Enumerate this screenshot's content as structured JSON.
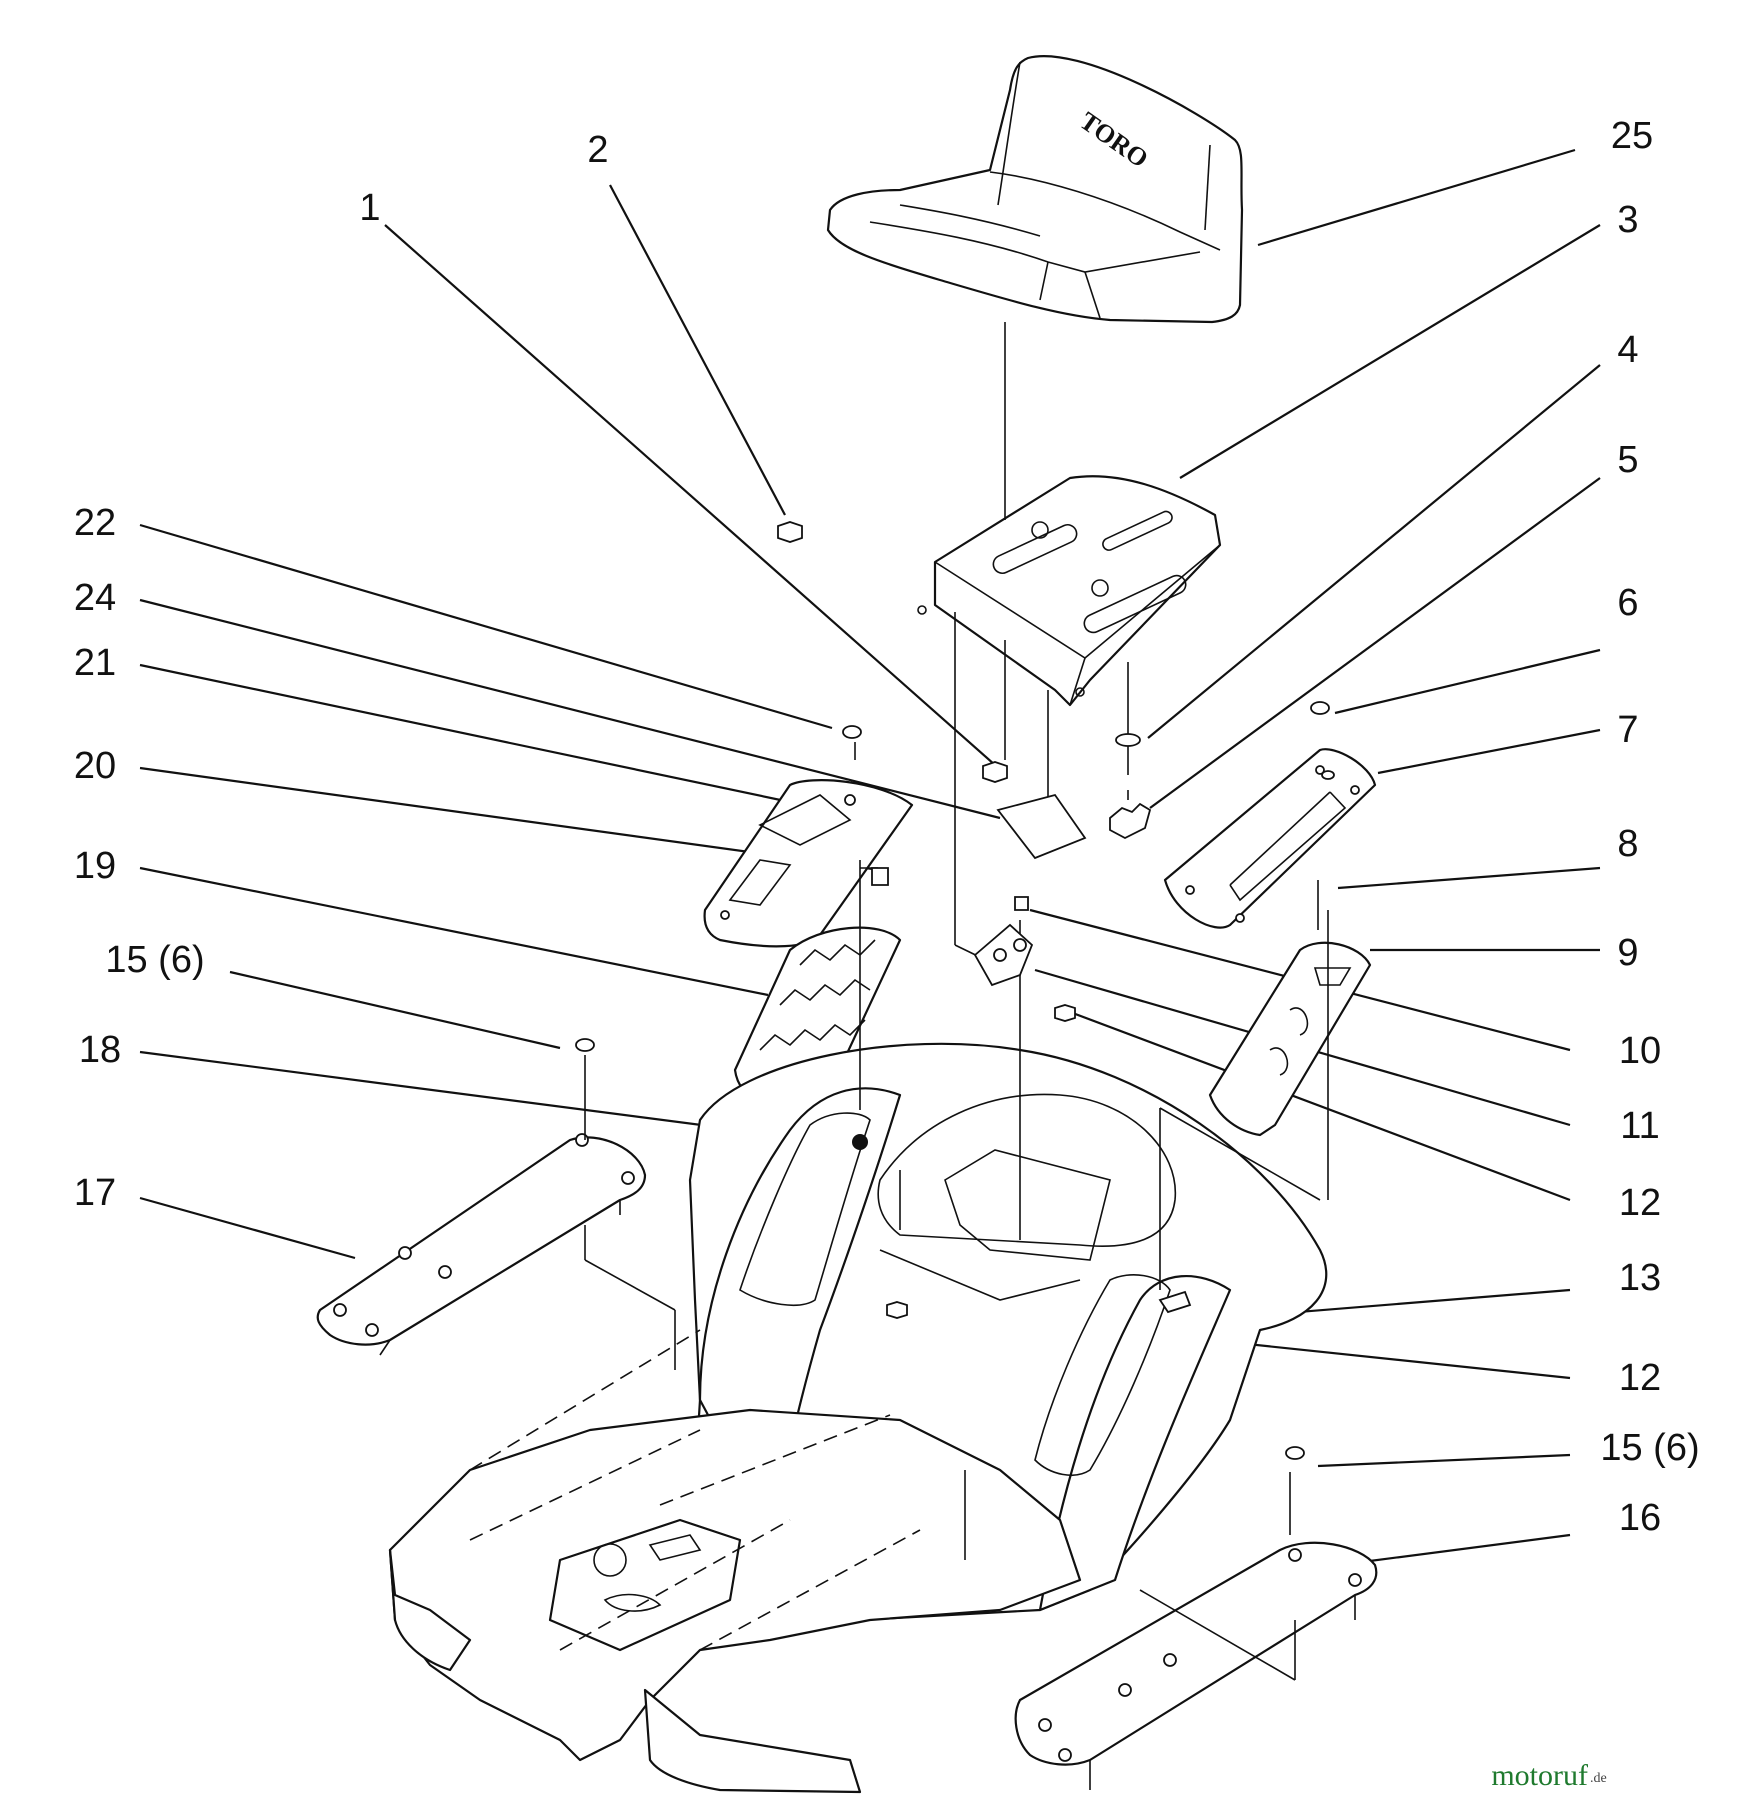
{
  "callouts": [
    "1",
    "2",
    "3",
    "4",
    "5",
    "6",
    "7",
    "8",
    "9",
    "10",
    "11",
    "12",
    "12",
    "13",
    "15 (6)",
    "15 (6)",
    "16",
    "17",
    "18",
    "19",
    "20",
    "21",
    "22",
    "24",
    "25"
  ],
  "seat_brand": "TORO",
  "watermark": {
    "main": "motoruf",
    "suffix": ".de"
  }
}
